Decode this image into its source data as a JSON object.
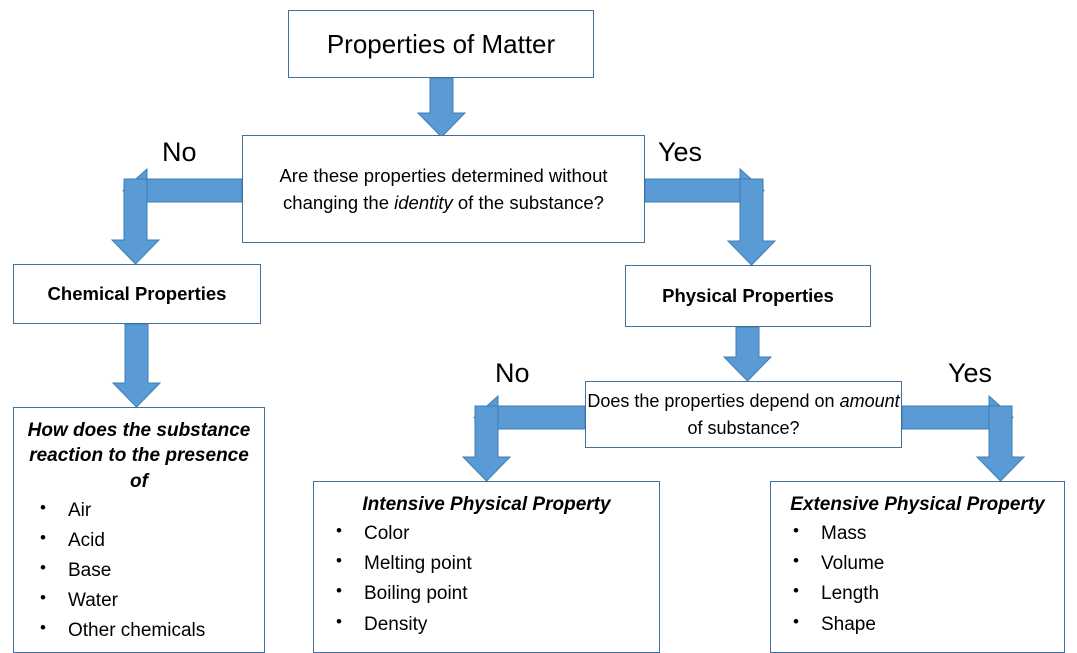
{
  "diagram": {
    "title": "Properties of Matter flowchart",
    "colors": {
      "arrow_fill": "#5B9BD5",
      "arrow_stroke": "#3E7EB5",
      "box_border": "#41719C",
      "box_background": "#FFFFFF",
      "text": "#000000"
    },
    "nodes": {
      "root": {
        "label": "Properties of Matter"
      },
      "question_1": {
        "text_part_1": "Are these properties determined without changing the ",
        "emphasis": "identity",
        "text_part_2": " of the substance?",
        "full_text": "Are these properties determined without changing the identity of the substance?"
      },
      "chemical_properties": {
        "label": "Chemical Properties"
      },
      "physical_properties": {
        "label": "Physical Properties"
      },
      "question_2": {
        "text_part_1": "Does the properties depend on ",
        "emphasis": "amount",
        "text_part_2": " of substance?",
        "full_text": "Does the properties depend on amount of substance?"
      },
      "chemical_list": {
        "heading": "How does the substance reaction to the presence of",
        "items": [
          "Air",
          "Acid",
          "Base",
          "Water",
          "Other chemicals"
        ]
      },
      "intensive_list": {
        "heading": "Intensive Physical Property",
        "items": [
          "Color",
          "Melting point",
          "Boiling point",
          "Density"
        ]
      },
      "extensive_list": {
        "heading": "Extensive Physical Property",
        "items": [
          "Mass",
          "Volume",
          "Length",
          "Shape"
        ]
      }
    },
    "edge_labels": {
      "q1_no": "No",
      "q1_yes": "Yes",
      "q2_no": "No",
      "q2_yes": "Yes"
    }
  }
}
